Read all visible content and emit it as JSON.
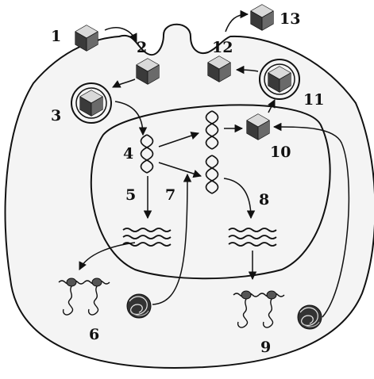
{
  "labels": {
    "l1": "1",
    "l2": "2",
    "l3": "3",
    "l4": "4",
    "l5": "5",
    "l6": "6",
    "l7": "7",
    "l8": "8",
    "l9": "9",
    "l10": "10",
    "l11": "11",
    "l12": "12",
    "l13": "13"
  },
  "colors": {
    "ink": "#111111",
    "cell_fill": "#f4f4f4",
    "virus_light": "#d9d9d9",
    "virus_mid": "#8a8a8a",
    "virus_dark": "#2e2e2e"
  },
  "icons": {
    "virion": "icosahedral-virus-icon",
    "dna": "double-helix-dna-icon",
    "mrna": "mrna-strands-icon",
    "ribosome": "ribosome-translation-icon",
    "protein": "folded-protein-icon"
  }
}
